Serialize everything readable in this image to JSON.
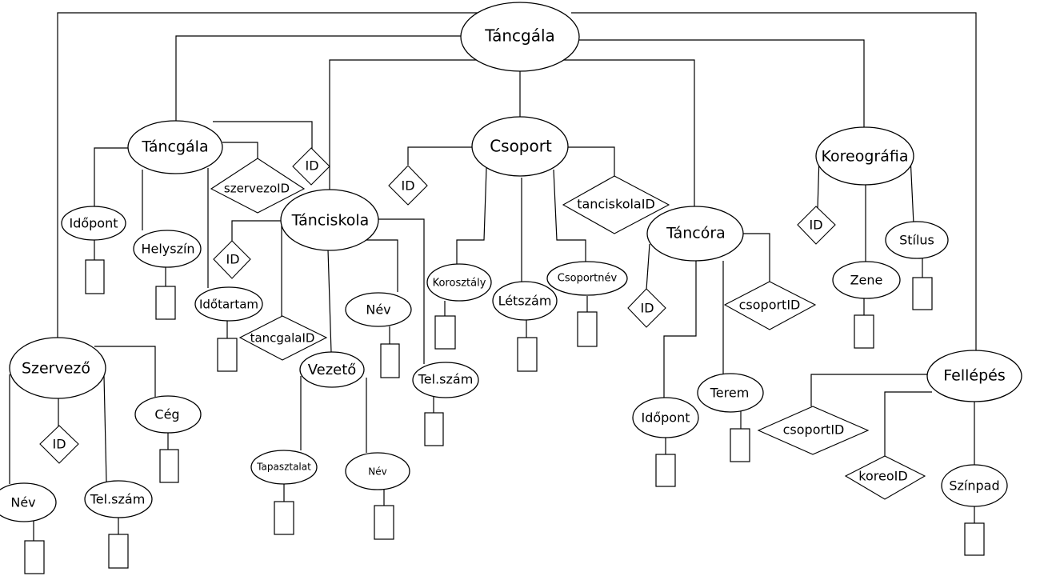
{
  "diagram": {
    "nodes": {
      "root": "Táncgála",
      "tancgala": "Táncgála",
      "csoport": "Csoport",
      "koreografia": "Koreográfia",
      "tanciskola": "Tánciskola",
      "tancora": "Táncóra",
      "szervezo": "Szervező",
      "vezeto": "Vezető",
      "fellepes": "Fellépés",
      "tg_idopont": "Időpont",
      "tg_helyszin": "Helyszín",
      "tg_idotartam": "Időtartam",
      "tg_szervezoid": "szervezoID",
      "tg_id": "ID",
      "ti_id": "ID",
      "ti_tancgalaid": "tancgalaID",
      "ti_nev": "Név",
      "ti_telszam": "Tel.szám",
      "cs_id": "ID",
      "cs_korosztaly": "Korosztály",
      "cs_letszam": "Létszám",
      "cs_csoportnev": "Csoportnév",
      "cs_tanciskolaid": "tanciskolaID",
      "to_id": "ID",
      "to_csoportid": "csoportID",
      "to_idopont": "Időpont",
      "to_terem": "Terem",
      "ko_id": "ID",
      "ko_zene": "Zene",
      "ko_stilus": "Stílus",
      "sz_id": "ID",
      "sz_ceg": "Cég",
      "sz_nev": "Név",
      "sz_telszam": "Tel.szám",
      "v_tapasztalat": "Tapasztalat",
      "v_nev": "Név",
      "f_csoportid": "csoportID",
      "f_koreoid": "koreoID",
      "f_szinpad": "Színpad"
    }
  }
}
